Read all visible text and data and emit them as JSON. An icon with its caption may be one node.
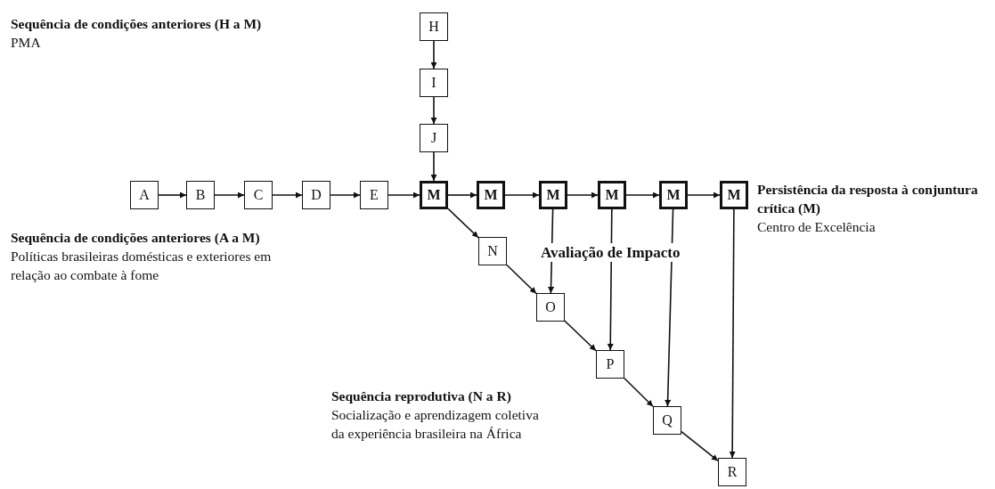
{
  "diagram": {
    "nodes": [
      {
        "text": [
          "H"
        ]
      },
      {
        "text": [
          "I"
        ]
      },
      {
        "text": [
          "J"
        ]
      },
      {
        "text": [
          "A"
        ]
      },
      {
        "text": [
          "B"
        ]
      },
      {
        "text": [
          "C"
        ]
      },
      {
        "text": [
          "D"
        ]
      },
      {
        "text": [
          "E"
        ]
      },
      {
        "text": [
          "M"
        ]
      },
      {
        "text": [
          "M"
        ]
      },
      {
        "text": [
          "M"
        ]
      },
      {
        "text": [
          "M"
        ]
      },
      {
        "text": [
          "M"
        ]
      },
      {
        "text": [
          "M"
        ]
      },
      {
        "text": [
          "N"
        ]
      },
      {
        "text": [
          "O"
        ]
      },
      {
        "text": [
          "P"
        ]
      },
      {
        "text": [
          "Q"
        ]
      },
      {
        "text": [
          "R"
        ]
      }
    ],
    "edges": [
      {
        "from": 0,
        "to": 1,
        "arrow": "to"
      },
      {
        "from": 1,
        "to": 2,
        "arrow": "to"
      },
      {
        "from": 2,
        "to": 8,
        "arrow": "to"
      },
      {
        "from": 3,
        "to": 4,
        "arrow": "to"
      },
      {
        "from": 4,
        "to": 5,
        "arrow": "to"
      },
      {
        "from": 5,
        "to": 6,
        "arrow": "to"
      },
      {
        "from": 6,
        "to": 7,
        "arrow": "to"
      },
      {
        "from": 7,
        "to": 8,
        "arrow": "to"
      },
      {
        "from": 8,
        "to": 9,
        "arrow": "to"
      },
      {
        "from": 9,
        "to": 10,
        "arrow": "to"
      },
      {
        "from": 10,
        "to": 11,
        "arrow": "to"
      },
      {
        "from": 11,
        "to": 12,
        "arrow": "to"
      },
      {
        "from": 12,
        "to": 13,
        "arrow": "to"
      },
      {
        "from": 8,
        "to": 14,
        "arrow": "to"
      },
      {
        "from": 14,
        "to": 15,
        "arrow": "to"
      },
      {
        "from": 15,
        "to": 16,
        "arrow": "to"
      },
      {
        "from": 16,
        "to": 17,
        "arrow": "to"
      },
      {
        "from": 17,
        "to": 18,
        "arrow": "to"
      },
      {
        "from": 10,
        "to": 15,
        "arrow": "to"
      },
      {
        "from": 11,
        "to": 16,
        "arrow": "to"
      },
      {
        "from": 12,
        "to": 17,
        "arrow": "to"
      },
      {
        "from": 13,
        "to": 18,
        "arrow": "to"
      }
    ],
    "labels": [
      "Sequência de condições anteriores (H a M)",
      "PMA",
      "Persistência da resposta à conjuntura crítica (M)",
      "Centro de Excelência",
      "Sequência de condições anteriores (A a M)",
      "Políticas brasileiras domésticas e exteriores em relação ao combate à fome",
      "Avaliação de Impacto",
      "Sequência reprodutiva (N a R)",
      "Socialização e aprendizagem coletiva da experiência brasileira na África"
    ]
  }
}
